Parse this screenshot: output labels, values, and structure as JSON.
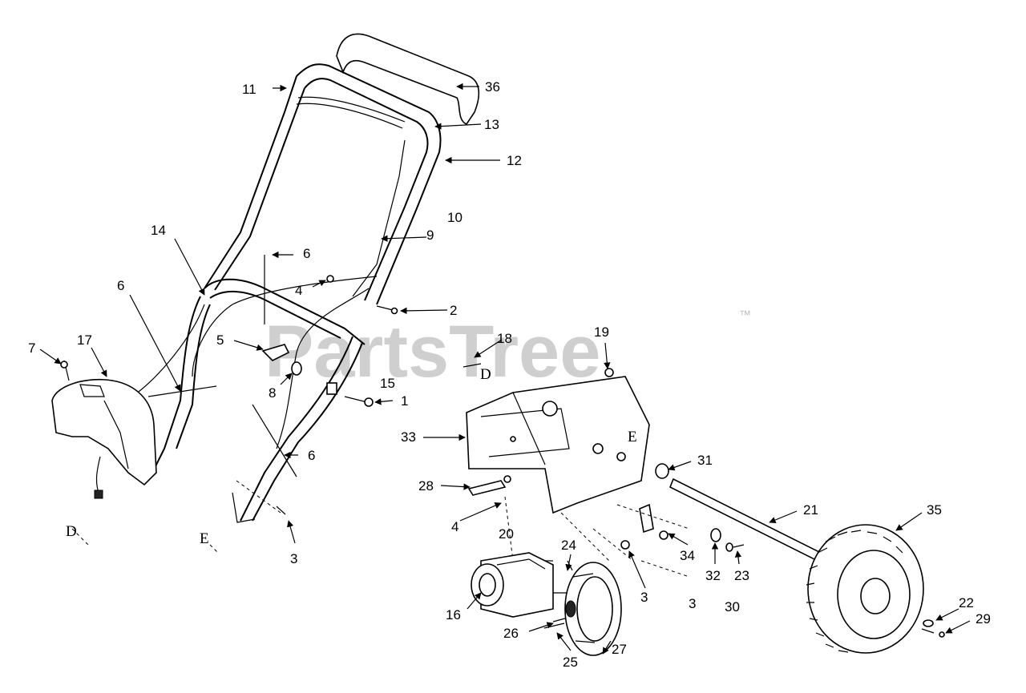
{
  "watermark": {
    "text": "PartsTree",
    "trademark": "™"
  },
  "callouts": {
    "c1": "1",
    "c2": "2",
    "c3a": "3",
    "c3b": "3",
    "c3c": "3",
    "c4a": "4",
    "c4b": "4",
    "c5": "5",
    "c6a": "6",
    "c6b": "6",
    "c6c": "6",
    "c7": "7",
    "c8": "8",
    "c9": "9",
    "c10": "10",
    "c11": "11",
    "c12": "12",
    "c13": "13",
    "c14": "14",
    "c15": "15",
    "c16": "16",
    "c17": "17",
    "c18": "18",
    "c19": "19",
    "c20": "20",
    "c21": "21",
    "c22": "22",
    "c23": "23",
    "c24": "24",
    "c25": "25",
    "c26": "26",
    "c27": "27",
    "c28": "28",
    "c29": "29",
    "c30": "30",
    "c31": "31",
    "c32": "32",
    "c33": "33",
    "c34": "34",
    "c35": "35",
    "c36": "36"
  },
  "refs": {
    "d1": "D",
    "d2": "D",
    "e1": "E",
    "e2": "E"
  }
}
